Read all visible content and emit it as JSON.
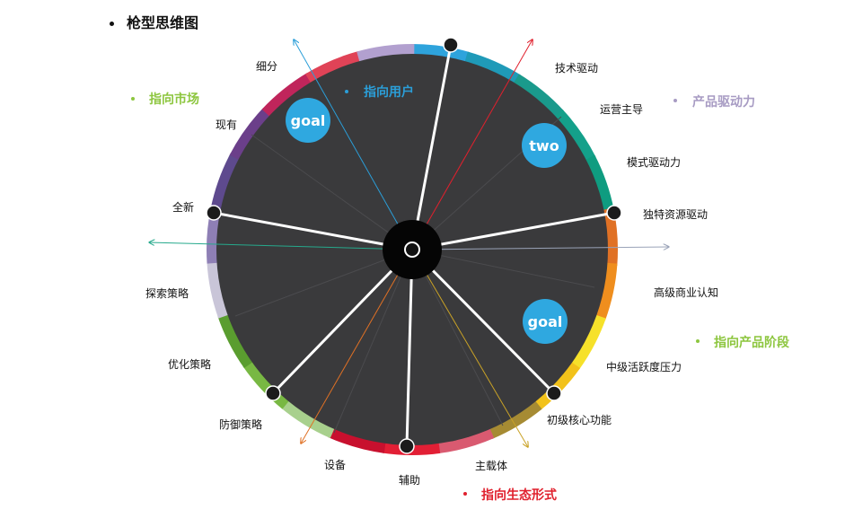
{
  "title": "枪型思维图",
  "colors": {
    "wheel_face": "#3a3a3c",
    "hub": "#050505",
    "spoke": "#ffffff",
    "node": "#1b1b1b",
    "badge": "#2fa8e0",
    "badge_text": "#ffffff",
    "label_text": "#111111",
    "category_green": "#8dc63f",
    "category_blue": "#2b9ed8",
    "category_purple": "#a79bc3",
    "category_red": "#e0202d"
  },
  "categories": [
    {
      "id": "market",
      "label": "指向市场",
      "color": "#8dc63f"
    },
    {
      "id": "user",
      "label": "指向用户",
      "color": "#2b9ed8"
    },
    {
      "id": "product-drive",
      "label": "产品驱动力",
      "color": "#a79bc3"
    },
    {
      "id": "product-stage",
      "label": "指向产品阶段",
      "color": "#8dc63f"
    },
    {
      "id": "ecology",
      "label": "指向生态形式",
      "color": "#e0202d"
    }
  ],
  "segments": [
    {
      "label": "细分"
    },
    {
      "label": "现有"
    },
    {
      "label": "全新"
    },
    {
      "label": "探索策略"
    },
    {
      "label": "优化策略"
    },
    {
      "label": "防御策略"
    },
    {
      "label": "设备"
    },
    {
      "label": "辅助"
    },
    {
      "label": "主载体"
    },
    {
      "label": "初级核心功能"
    },
    {
      "label": "中级活跃度压力"
    },
    {
      "label": "高级商业认知"
    },
    {
      "label": "独特资源驱动"
    },
    {
      "label": "模式驱动力"
    },
    {
      "label": "运营主导"
    },
    {
      "label": "技术驱动"
    }
  ],
  "badges": [
    {
      "label": "goal"
    },
    {
      "label": "two"
    },
    {
      "label": "goal"
    }
  ],
  "rim_colors": [
    "#2ea3dc",
    "#1f9ab8",
    "#1a9a8c",
    "#14a08a",
    "#0f9c80",
    "#e07125",
    "#ef8e1e",
    "#f6e12a",
    "#f2c21a",
    "#a68b33",
    "#d95a70",
    "#e21f35",
    "#c8102e",
    "#a8d08d",
    "#78b843",
    "#5a9d2f",
    "#c9c5d8",
    "#8e7fb5",
    "#5e4a8e",
    "#6b3f8a",
    "#c0255b",
    "#e04357",
    "#b2a0cf"
  ]
}
